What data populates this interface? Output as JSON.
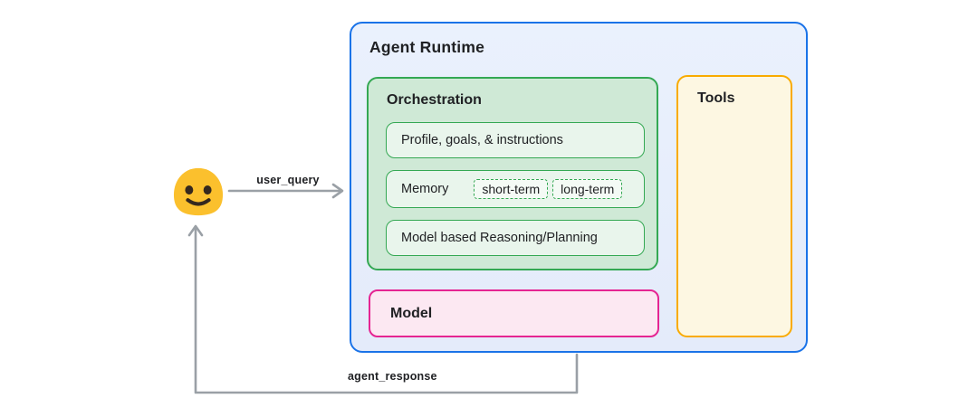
{
  "colors": {
    "canvas-bg": "#ffffff",
    "runtime-border": "#1a73e8",
    "runtime-bg": "#e8effc",
    "green-border": "#34a853",
    "orchestration-bg": "#cfe9d6",
    "item-bg": "#e9f5ec",
    "chip-bg": "#f4faf5",
    "model-border": "#e52592",
    "model-bg": "#fce8f2",
    "tools-border": "#f9ab00",
    "tools-bg": "#fdf7e2",
    "arrow": "#9aa0a6",
    "text": "#202124",
    "emoji-yellow": "#fbc02d",
    "emoji-features": "#35281e"
  },
  "diagram": {
    "runtime": {
      "title": "Agent Runtime"
    },
    "orchestration": {
      "title": "Orchestration",
      "items": [
        {
          "label": "Profile, goals, & instructions"
        },
        {
          "label": "Memory",
          "chips": [
            "short-term",
            "long-term"
          ]
        },
        {
          "label": "Model based Reasoning/Planning"
        }
      ]
    },
    "model": {
      "label": "Model"
    },
    "tools": {
      "label": "Tools"
    },
    "user": {
      "icon": "smiley-blob-icon"
    },
    "flows": {
      "user_query": "user_query",
      "agent_response": "agent_response"
    }
  }
}
